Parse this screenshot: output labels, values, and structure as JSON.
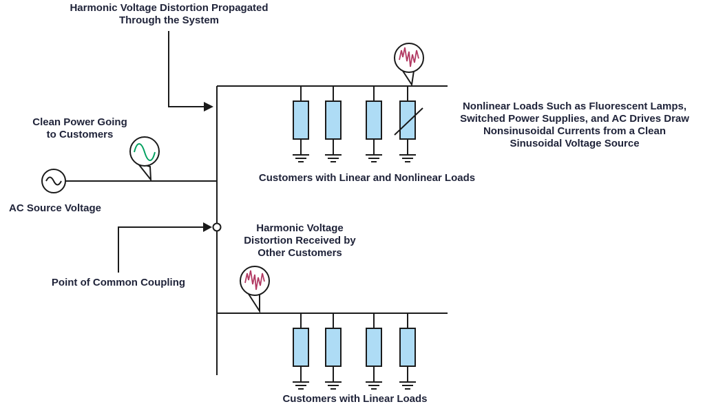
{
  "labels": {
    "propagated": "Harmonic Voltage Distortion Propagated\nThrough the System",
    "clean_power": "Clean Power Going\nto Customers",
    "ac_source": "AC Source Voltage",
    "customers_nonlinear": "Customers with Linear and Nonlinear Loads",
    "nonlinear_note": "Nonlinear Loads Such as Fluorescent Lamps,\nSwitched Power Supplies, and AC Drives Draw\nNonsinusoidal Currents from a Clean\nSinusoidal Voltage Source",
    "received": "Harmonic Voltage\nDistortion Received by\nOther Customers",
    "pcc": "Point of Common Coupling",
    "customers_linear": "Customers with Linear Loads"
  },
  "icons": {
    "ac_source": "ac-source-icon (circle with sine tilde)",
    "clean_wave": "sine-wave-icon (clean sinusoid in magnifier bubble)",
    "distorted_wave": "distorted-wave-icon (harmonic-distorted waveform in magnifier bubble)",
    "ground": "ground-icon (three-bar earth symbol)",
    "load": "load-resistor (light blue rectangle)",
    "nonlinear_load": "nonlinear-load-icon (rectangle with diagonal stroke)"
  },
  "colors": {
    "line": "#1a1a1a",
    "text": "#20243a",
    "load_fill": "#aedcf5",
    "clean_wave": "#00a05f",
    "distorted_wave": "#b23a63"
  }
}
